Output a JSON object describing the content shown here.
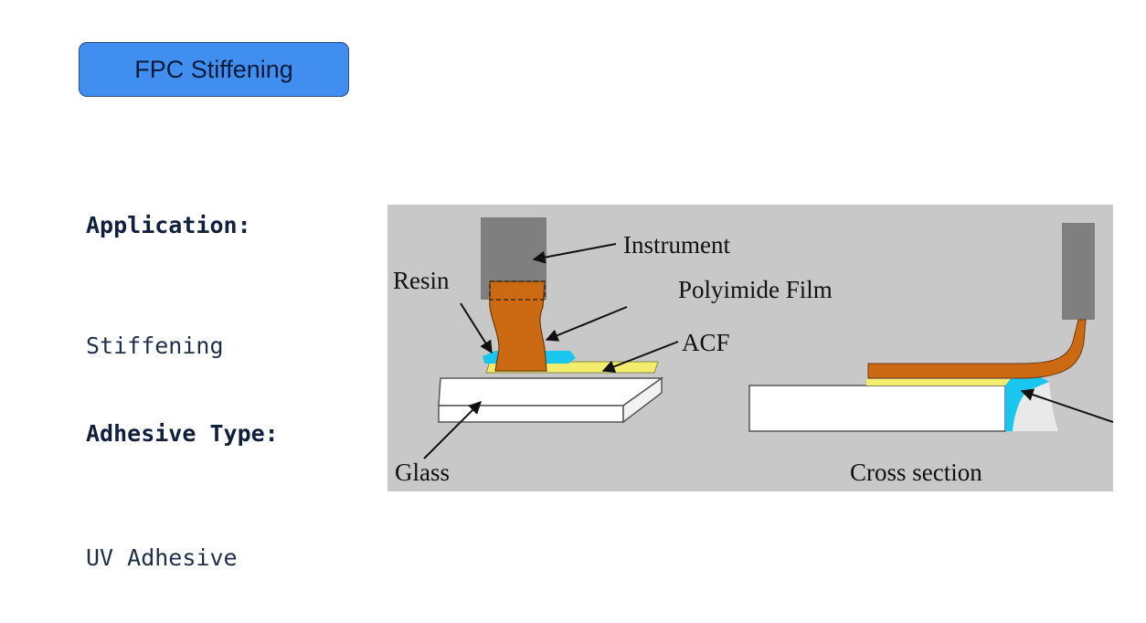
{
  "header": {
    "title": "FPC Stiffening"
  },
  "info": {
    "application_label": "Application:",
    "application_value": "Stiffening",
    "adhesive_label": "Adhesive Type:",
    "adhesive_value": "UV Adhesive"
  },
  "diagram": {
    "labels": {
      "instrument": "Instrument",
      "resin": "Resin",
      "polyimide_film": "Polyimide Film",
      "acf": "ACF",
      "glass": "Glass",
      "cross_section": "Cross section"
    },
    "colors": {
      "background": "#c8c8c8",
      "instrument": "#7f7f7f",
      "polyimide": "#cc6a14",
      "acf": "#f2ee6b",
      "resin": "#19c6ee",
      "glass": "#ffffff"
    }
  }
}
